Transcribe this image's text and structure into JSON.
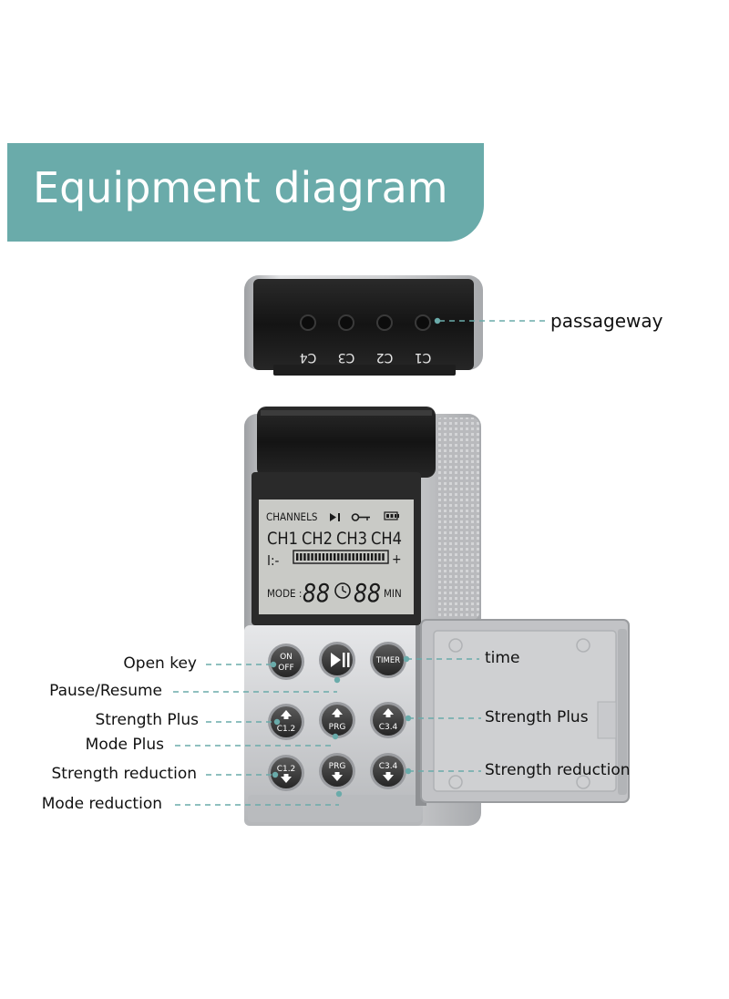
{
  "banner": {
    "title": "Equipment diagram"
  },
  "top_unit": {
    "ports": [
      "C4",
      "C3",
      "C2",
      "C1"
    ]
  },
  "display": {
    "channels_label": "CHANNELS",
    "channels": [
      "CH1",
      "CH2",
      "CH3",
      "CH4"
    ],
    "level_minus": "I:-",
    "level_plus": "+",
    "mode_label": "MODE :",
    "mode_value": "88",
    "timer_value": "88",
    "min_label": "MIN"
  },
  "buttons": {
    "on_off_top": "ON",
    "on_off_bottom": "OFF",
    "timer": "TIMER",
    "c12_up": "C1.2",
    "prg_up": "PRG",
    "c34_up": "C3.4",
    "c12_down": "C1.2",
    "prg_down": "PRG",
    "c34_down": "C3.4"
  },
  "labels": {
    "passageway": "passageway",
    "open_key": "Open key",
    "pause_resume": "Pause/Resume",
    "strength_plus_left": "Strength Plus",
    "mode_plus": "Mode Plus",
    "strength_reduction_left": "Strength reduction",
    "mode_reduction": "Mode reduction",
    "time": "time",
    "strength_plus_right": "Strength Plus",
    "strength_reduction_right": "Strength reduction"
  },
  "colors": {
    "banner": "#6aabaa",
    "leader": "#6aabaa",
    "lcd": "#c9cac6",
    "body": "#c6c7c9",
    "button": "#3a3a3a"
  }
}
